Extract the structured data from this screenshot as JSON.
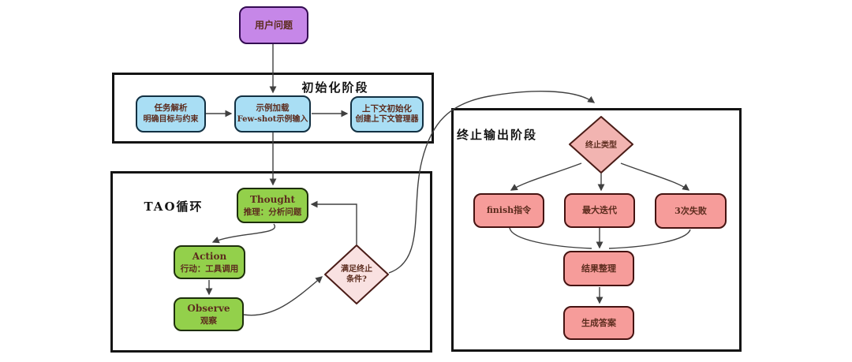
{
  "sections": {
    "init": {
      "label": "初始化阶段"
    },
    "tao": {
      "label": "TAO循环"
    },
    "term": {
      "label": "终止输出阶段"
    }
  },
  "nodes": {
    "user_question": {
      "line1": "用户问题"
    },
    "task_parse": {
      "line1": "任务解析",
      "line2": "明确目标与约束"
    },
    "example_load": {
      "line1": "示例加载",
      "line2": "Few-shot示例输入"
    },
    "context_init": {
      "line1": "上下文初始化",
      "line2": "创建上下文管理器"
    },
    "thought": {
      "line1": "Thought",
      "line2": "推理：分析问题"
    },
    "action": {
      "line1": "Action",
      "line2": "行动：工具调用"
    },
    "observe": {
      "line1": "Observe",
      "line2": "观察"
    },
    "stop_check": {
      "line1": "满足终止",
      "line2": "条件?"
    },
    "stop_type": {
      "line1": "终止类型"
    },
    "finish_cmd": {
      "line1": "finish指令"
    },
    "max_iter": {
      "line1": "最大迭代"
    },
    "three_fail": {
      "line1": "3次失败"
    },
    "result_sort": {
      "line1": "结果整理"
    },
    "gen_answer": {
      "line1": "生成答案"
    }
  },
  "colors": {
    "background": "#ffffff",
    "purple_fill": "#c687e8",
    "purple_border": "#330a52",
    "blue_fill": "#a9def4",
    "blue_border": "#123042",
    "green_fill": "#93d04b",
    "green_border": "#1d2e0b",
    "pink_fill": "#f69c9a",
    "pink_border": "#451311",
    "diamond1_fill": "#f9e1e1",
    "diamond2_fill": "#f2b4b1",
    "diamond_border": "#4a1c17",
    "node_text": "#5c2c1e",
    "label": "#141414",
    "section_border": "#141414",
    "arrow": "#404040"
  }
}
